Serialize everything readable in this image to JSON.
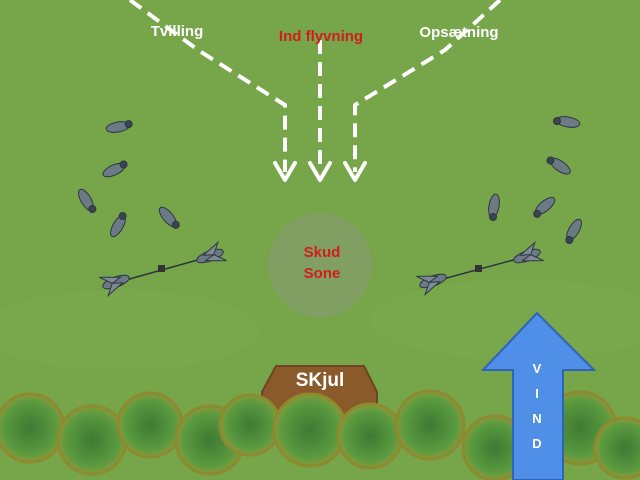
{
  "flight_paths": {
    "left_label": "Tvilling",
    "center_label": "Ind flyvning",
    "right_label": "Opsætning"
  },
  "shooting_zone": {
    "line1": "Skud",
    "line2": "Sone"
  },
  "hide": {
    "label": "SKjul"
  },
  "wind": {
    "letters": [
      "V",
      "I",
      "N",
      "D"
    ]
  },
  "colors": {
    "field": "#76a54a",
    "accent_red": "#d21d1d",
    "wind_arrow": "#4f8fe8",
    "hide_brown": "#8b5a2b",
    "bush": "#4d8a3a"
  }
}
